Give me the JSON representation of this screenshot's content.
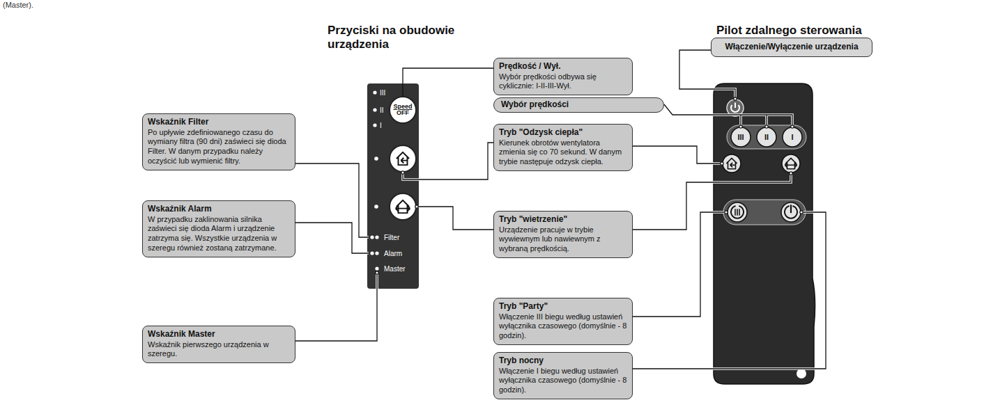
{
  "diagram": {
    "nodes": [
      {
        "text": [
          "Speed",
          "OFF"
        ]
      },
      {
        "text": [
          "Prędkość / Wył.",
          "Wybór prędkości odbywa się cyklicznie: I-II-III-Wył."
        ]
      },
      {
        "text": [
          "Włączenie/Wyłączenie urządzenia"
        ]
      },
      {
        "text": [
          "Wybór prędkości"
        ]
      },
      {
        "text": [
          "Wskaźnik Filter",
          "Po upływie zdefiniowanego czasu do wymiany filtra (90 dni) zaświeci się dioda Filter. W danym przypadku należy oczyścić lub wymienić filtry."
        ]
      },
      {
        "text": [
          "Tryb \"Odzysk ciepła\"",
          "Kierunek obrotów wentylatora zmienia się co 70 sekund. W danym trybie następuje odzysk ciepła."
        ]
      },
      {
        "text": [
          "Wskaźnik Alarm",
          "W przypadku zaklinowania silnika zaświeci się dioda Alarm i urządzenie zatrzyma się. Wszystkie urządzenia w szeregu również zostaną zatrzymane."
        ]
      },
      {
        "text": [
          "Tryb \"wietrzenie\"",
          "Urządzenie pracuje w trybie wywiewnym lub nawiewnym z wybraną prędkością."
        ]
      },
      {
        "text": [
          "Tryb \"Party\"",
          "Włączenie III biegu według ustawień wyłącznika czasowego (domyślnie - 8 godzin)."
        ]
      },
      {
        "text": [
          "Wskaźnik Master",
          "Wskaźnik pierwszego urządzenia w szeregu."
        ]
      },
      {
        "text": [
          "Tryb nocny",
          "Włączenie I biegu według ustawień wyłącznika czasowego (domyślnie - 8 godzin)."
        ]
      }
    ],
    "edges": [
      {
        "from": 1,
        "to": 0,
        "arrow": "none"
      }
    ],
    "labels": [
      "(Master).",
      "Przyciski na obudowie urządzenia",
      "Pilot zdalnego sterowania",
      "III",
      "II",
      "I",
      "Filter",
      "Alarm",
      "Master",
      "III",
      "II",
      "I"
    ]
  }
}
